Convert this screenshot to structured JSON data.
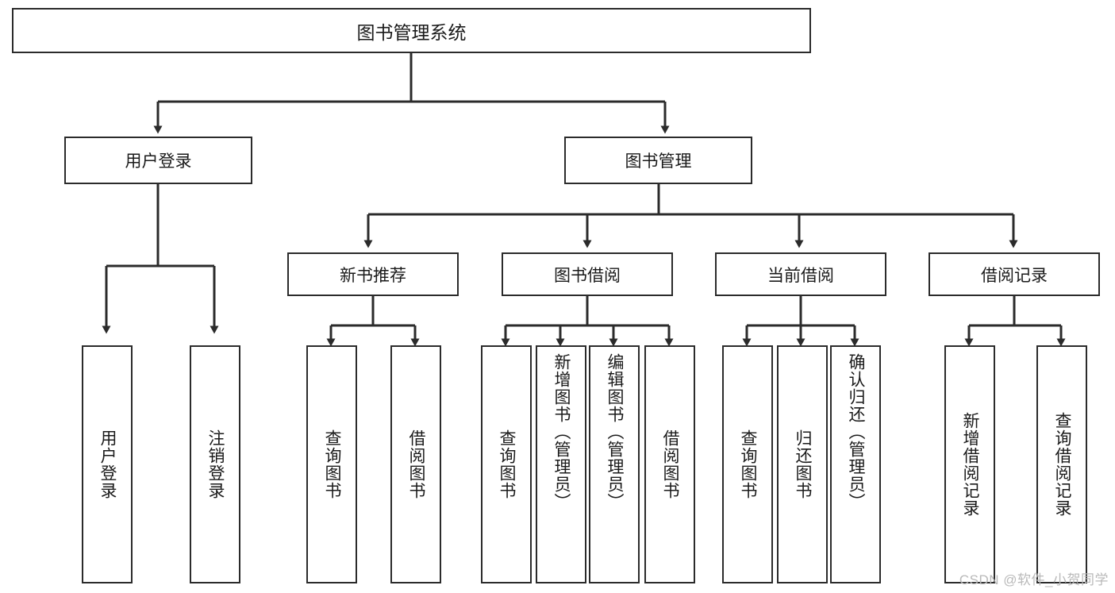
{
  "diagram": {
    "type": "tree-hierarchy-chart",
    "title": "图书管理系统",
    "colors": {
      "box_border": "#2b2b2b",
      "box_fill": "#ffffff",
      "edge": "#2b2b2b",
      "text": "#1a1a1a",
      "watermark": "#b9b9b9",
      "background": "#ffffff"
    },
    "root": {
      "label": "图书管理系统"
    },
    "level2": [
      {
        "label": "用户登录"
      },
      {
        "label": "图书管理"
      }
    ],
    "level3": [
      {
        "label": "新书推荐"
      },
      {
        "label": "图书借阅"
      },
      {
        "label": "当前借阅"
      },
      {
        "label": "借阅记录"
      }
    ],
    "leaves": {
      "user_login": [
        {
          "label": "用户登录"
        },
        {
          "label": "注销登录"
        }
      ],
      "new_book_recommend": [
        {
          "label": "查询图书"
        },
        {
          "label": "借阅图书"
        }
      ],
      "book_borrow": [
        {
          "label": "查询图书"
        },
        {
          "label": "新增图书（管理员）"
        },
        {
          "label": "编辑图书（管理员）"
        },
        {
          "label": "借阅图书"
        }
      ],
      "current_borrow": [
        {
          "label": "查询图书"
        },
        {
          "label": "归还图书"
        },
        {
          "label": "确认归还（管理员）"
        }
      ],
      "borrow_record": [
        {
          "label": "新增借阅记录"
        },
        {
          "label": "查询借阅记录"
        }
      ]
    }
  },
  "watermark": {
    "text": "CSDN @软件_小贺同学"
  }
}
